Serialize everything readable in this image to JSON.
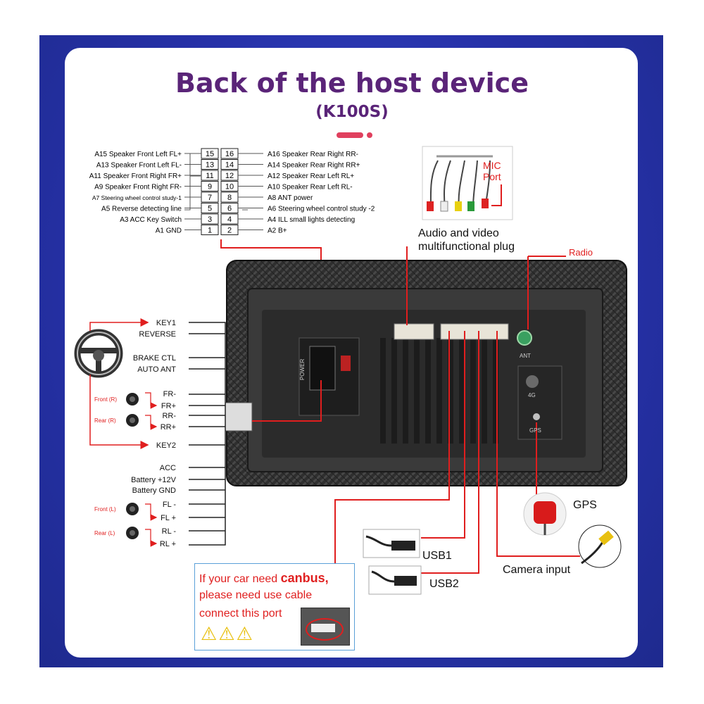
{
  "title": "Back of the host device",
  "subtitle": "(K100S)",
  "colors": {
    "accent_red": "#e01e1e",
    "title_purple": "#5a2478",
    "frame_blue": "#2a3aa8"
  },
  "connector_left": [
    {
      "label": "A15  Speaker Front Left FL+",
      "pin": "15"
    },
    {
      "label": "A13  Speaker Front Left FL-",
      "pin": "13"
    },
    {
      "label": "A11  Speaker Front Right FR+",
      "pin": "11"
    },
    {
      "label": "A9   Speaker Front Right FR-",
      "pin": "9"
    },
    {
      "label": "A7  Steering wheel control study-1",
      "pin": "7"
    },
    {
      "label": "A5  Reverse detecting line",
      "pin": "5"
    },
    {
      "label": "A3 ACC Key Switch",
      "pin": "3"
    },
    {
      "label": "A1 GND",
      "pin": "1"
    }
  ],
  "connector_right": [
    {
      "label": "A16 Speaker Rear Right RR-",
      "pin": "16"
    },
    {
      "label": "A14 Speaker Rear Right RR+",
      "pin": "14"
    },
    {
      "label": "A12 Speaker Rear Left RL+",
      "pin": "12"
    },
    {
      "label": "A10 Speaker Rear Left RL-",
      "pin": "10"
    },
    {
      "label": "A8  ANT power",
      "pin": "8"
    },
    {
      "label": "A6  Steering wheel control study -2",
      "pin": "6"
    },
    {
      "label": "A4  ILL small lights detecting",
      "pin": "4"
    },
    {
      "label": "A2  B+",
      "pin": "2"
    }
  ],
  "harness_labels": {
    "key1": "KEY1",
    "reverse": "REVERSE",
    "brake": "BRAKE CTL",
    "auto_ant": "AUTO ANT",
    "fr_minus": "FR-",
    "fr_plus": "FR+",
    "rr_minus": "RR-",
    "rr_plus": "RR+",
    "key2": "KEY2",
    "acc": "ACC",
    "battery12": "Battery +12V",
    "battery_gnd": "Battery GND",
    "fl_minus": "FL -",
    "fl_plus": "FL +",
    "rl_minus": "RL -",
    "rl_plus": "RL +"
  },
  "speaker_labels": {
    "front_r": "Front (R)",
    "rear_r": "Rear (R)",
    "front_l": "Front (L)",
    "rear_l": "Rear (L)"
  },
  "callouts": {
    "mic_port_line1": "MIC",
    "mic_port_line2": "Port",
    "audio_video_line1": "Audio and video",
    "audio_video_line2": "multifunctional plug",
    "radio": "Radio",
    "gps": "GPS",
    "usb1": "USB1",
    "usb2": "USB2",
    "camera": "Camera input"
  },
  "device_marks": {
    "power": "POWER",
    "ant": "ANT",
    "fourg": "4G",
    "gps": "GPS"
  },
  "canbus": {
    "line1_prefix": "If your car need ",
    "line1_bold": "canbus,",
    "line2": "please need use cable",
    "line3": "connect this port"
  }
}
